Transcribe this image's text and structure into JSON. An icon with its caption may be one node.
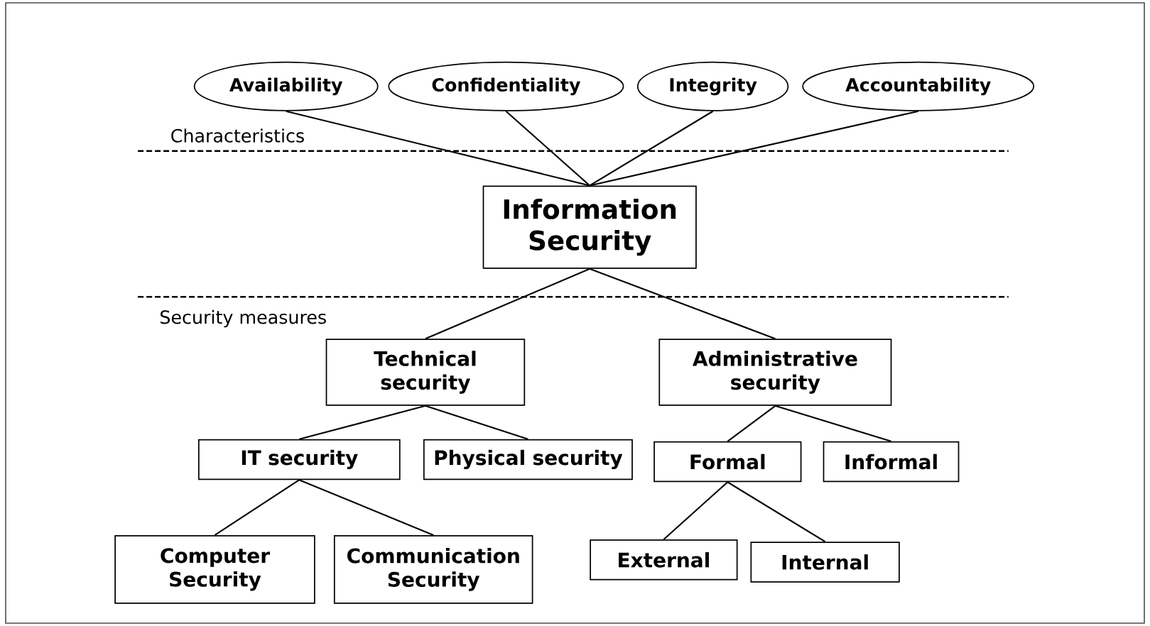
{
  "diagram": {
    "nodes": [
      {
        "text": [
          "Availability"
        ]
      },
      {
        "text": [
          "Confidentiality"
        ]
      },
      {
        "text": [
          "Integrity"
        ]
      },
      {
        "text": [
          "Accountability"
        ]
      },
      {
        "text": [
          "Information Security"
        ]
      },
      {
        "text": [
          "Technical security"
        ]
      },
      {
        "text": [
          "Administrative security"
        ]
      },
      {
        "text": [
          "IT security"
        ]
      },
      {
        "text": [
          "Physical security"
        ]
      },
      {
        "text": [
          "Formal"
        ]
      },
      {
        "text": [
          "Informal"
        ]
      },
      {
        "text": [
          "Computer Security"
        ]
      },
      {
        "text": [
          "Communication Security"
        ]
      },
      {
        "text": [
          "External"
        ]
      },
      {
        "text": [
          "Internal"
        ]
      }
    ],
    "edges": [
      {
        "from": 4,
        "to": 0,
        "arrow": "none"
      },
      {
        "from": 4,
        "to": 1,
        "arrow": "none"
      },
      {
        "from": 4,
        "to": 2,
        "arrow": "none"
      },
      {
        "from": 4,
        "to": 3,
        "arrow": "none"
      },
      {
        "from": 4,
        "to": 5,
        "arrow": "none"
      },
      {
        "from": 4,
        "to": 6,
        "arrow": "none"
      },
      {
        "from": 5,
        "to": 7,
        "arrow": "none"
      },
      {
        "from": 5,
        "to": 8,
        "arrow": "none"
      },
      {
        "from": 6,
        "to": 9,
        "arrow": "none"
      },
      {
        "from": 6,
        "to": 10,
        "arrow": "none"
      },
      {
        "from": 7,
        "to": 11,
        "arrow": "none"
      },
      {
        "from": 7,
        "to": 12,
        "arrow": "none"
      },
      {
        "from": 9,
        "to": 13,
        "arrow": "none"
      },
      {
        "from": 9,
        "to": 14,
        "arrow": "none"
      }
    ],
    "labels": [
      "Characteristics",
      "Security measures"
    ]
  }
}
